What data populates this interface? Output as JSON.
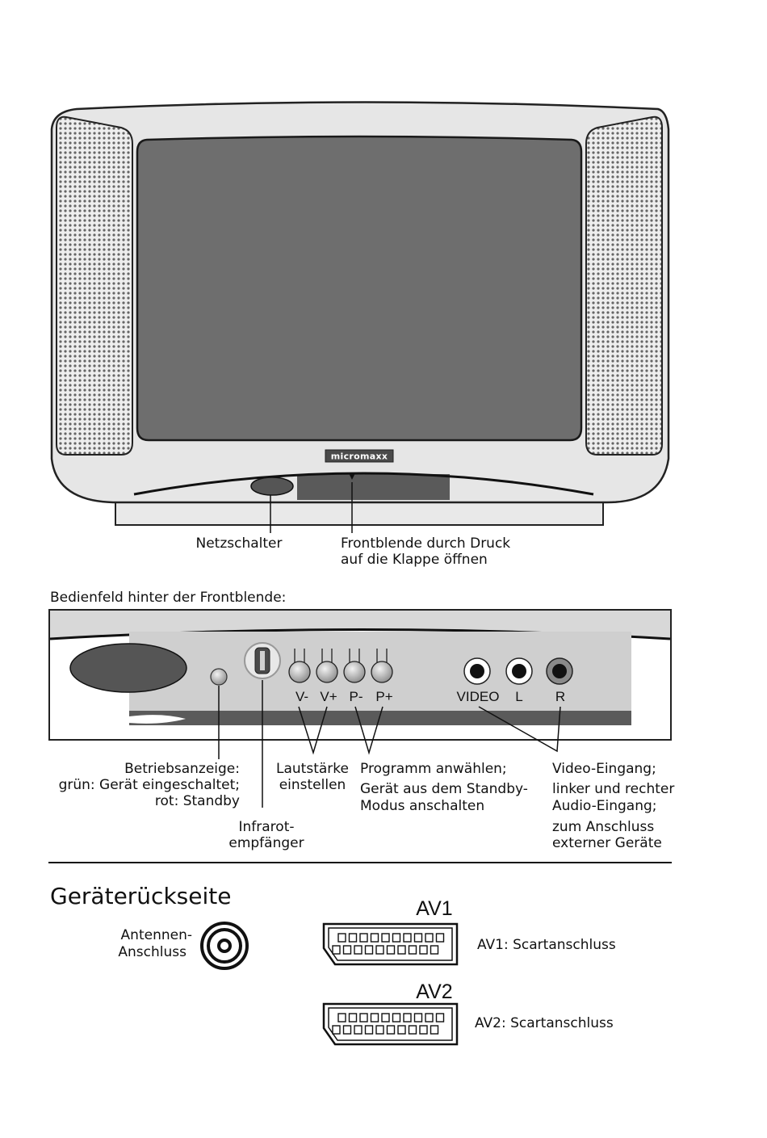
{
  "tv": {
    "brand": "micromaxx"
  },
  "callouts_top": {
    "power_switch": "Netzschalter",
    "front_panel_line1": "Frontblende durch Druck",
    "front_panel_line2": "auf die Klappe öffnen"
  },
  "control_panel": {
    "heading": "Bedienfeld hinter der Frontblende:",
    "buttons": [
      "V-",
      "V+",
      "P-",
      "P+"
    ],
    "jacks": [
      "VIDEO",
      "L",
      "R"
    ]
  },
  "callouts_panel": {
    "led_line1": "Betriebsanzeige:",
    "led_line2": "grün: Gerät eingeschaltet;",
    "led_line3": "rot: Standby",
    "ir_line1": "Infrarot-",
    "ir_line2": "empfänger",
    "vol_line1": "Lautstärke",
    "vol_line2": "einstellen",
    "prog_line1": "Programm anwählen;",
    "prog_line2": "Gerät aus dem Standby-",
    "prog_line3": "Modus anschalten",
    "av_line1": "Video-Eingang;",
    "av_line2": "linker und rechter",
    "av_line3": "Audio-Eingang;",
    "av_line4": "zum Anschluss",
    "av_line5": "externer Geräte"
  },
  "back": {
    "heading": "Geräterückseite",
    "antenna_line1": "Antennen-",
    "antenna_line2": "Anschluss",
    "av1_title": "AV1",
    "av1_desc": "AV1: Scartanschluss",
    "av2_title": "AV2",
    "av2_desc": "AV2: Scartanschluss"
  },
  "colors": {
    "screen": "#6e6e6e",
    "body": "#e6e6e6",
    "panel": "#d4d4d4",
    "dark": "#4a4a4a"
  }
}
